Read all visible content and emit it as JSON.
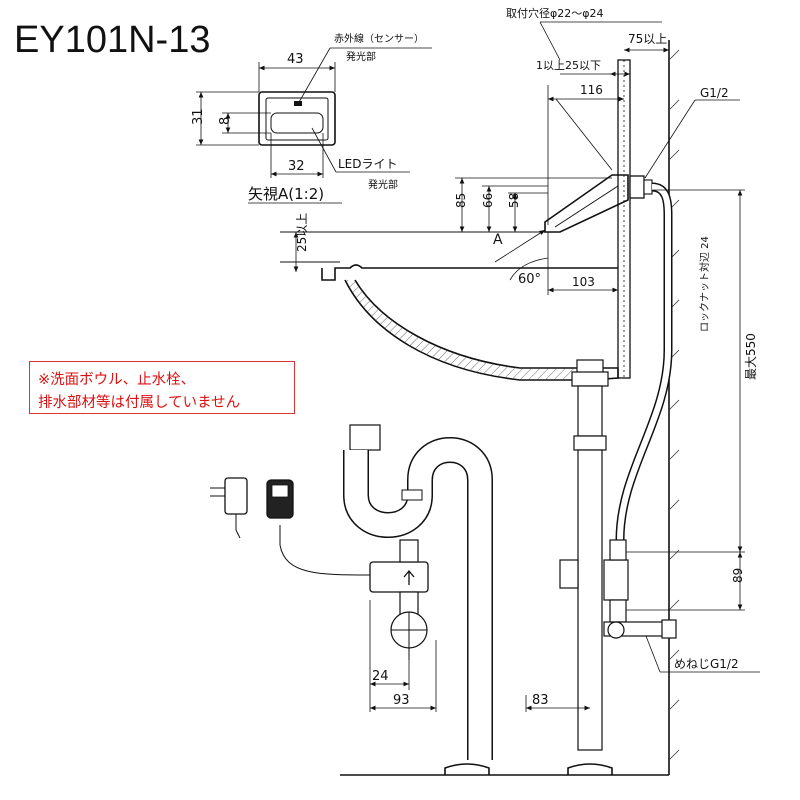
{
  "title": "EY101N-13",
  "note": {
    "line1": "※洗面ボウル、止水栓、",
    "line2": "排水部材等は付属していません"
  },
  "view_a": {
    "label": "矢視A(1:2)",
    "sensor_label": "赤外線（センサー）",
    "emitter_label": "発光部",
    "led_label": "LEDライト",
    "led_emitter_label": "発光部",
    "dim_width": "43",
    "dim_height": "31",
    "dim_inner": "8",
    "dim_led": "32"
  },
  "dimensions": {
    "hole_dia": "取付穴径φ22～φ24",
    "thickness": "1以上25以下",
    "wall_min": "75以上",
    "spout_reach": "116",
    "thread": "G1/2",
    "height_85": "85",
    "height_66": "66",
    "height_58": "58",
    "rim_min": "25以上",
    "arrow_a": "A",
    "angle": "60°",
    "offset_103": "103",
    "locknut": "ロックナット対辺 24",
    "max_550": "最大550",
    "h_89": "89",
    "female_thread": "めねじG1/2",
    "w_24": "24",
    "w_93": "93",
    "w_83": "83"
  }
}
